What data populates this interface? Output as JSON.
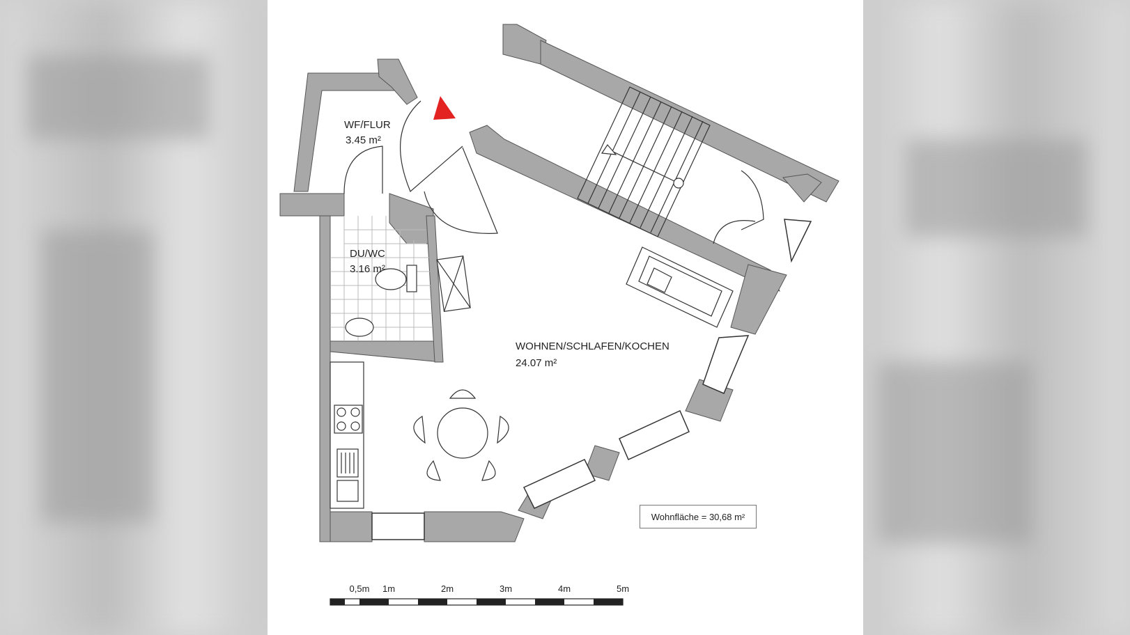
{
  "rooms": {
    "flur_name": "WF/FLUR",
    "flur_area": "3.45 m²",
    "bad_name": "DU/WC",
    "bad_area": "3.16 m²",
    "wohnen_name": "WOHNEN/SCHLAFEN/KOCHEN",
    "wohnen_area": "24.07 m²"
  },
  "total_area": "Wohnfläche = 30,68 m²",
  "scale": {
    "labels": [
      "0,5m",
      "1m",
      "2m",
      "3m",
      "4m",
      "5m"
    ]
  },
  "colors": {
    "wall": "#a8a8a8",
    "entry_marker": "#e32222"
  }
}
